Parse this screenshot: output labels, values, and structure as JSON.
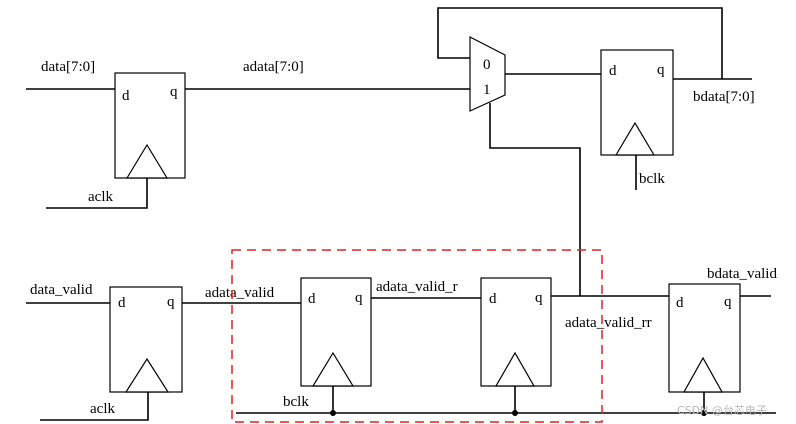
{
  "labels": {
    "data_in": "data[7:0]",
    "adata": "adata[7:0]",
    "bdata": "bdata[7:0]",
    "data_valid": "data_valid",
    "adata_valid": "adata_valid",
    "adata_valid_r": "adata_valid_r",
    "adata_valid_rr": "adata_valid_rr",
    "bdata_valid": "bdata_valid",
    "aclk_top": "aclk",
    "aclk_bottom": "aclk",
    "bclk_top": "bclk",
    "bclk_bottom": "bclk",
    "mux_in0": "0",
    "mux_in1": "1"
  },
  "flipflops": [
    {
      "id": "ff-data",
      "d": "d",
      "q": "q"
    },
    {
      "id": "ff-bdata",
      "d": "d",
      "q": "q"
    },
    {
      "id": "ff-data-valid",
      "d": "d",
      "q": "q"
    },
    {
      "id": "ff-sync1",
      "d": "d",
      "q": "q"
    },
    {
      "id": "ff-sync2",
      "d": "d",
      "q": "q"
    },
    {
      "id": "ff-bdata-valid",
      "d": "d",
      "q": "q"
    }
  ],
  "watermark": "CSDN @台芯电子",
  "colors": {
    "wire": "#000000",
    "highlight_box": "#e02020",
    "watermark": "#b8b8b8"
  }
}
